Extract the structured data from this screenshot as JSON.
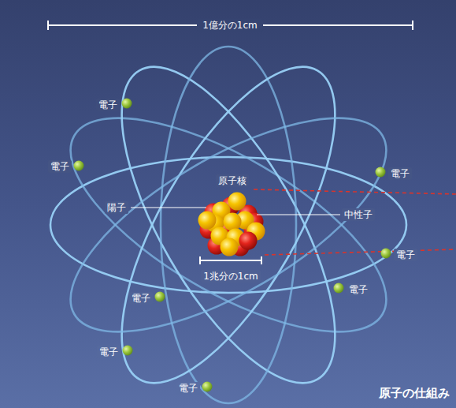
{
  "diagram": {
    "title": "原子の仕組み",
    "labels": [
      "1億分の1cm",
      "原子核",
      "陽子",
      "中性子",
      "電子",
      "電子",
      "電子",
      "1兆分の1cm",
      "電子",
      "電子",
      "電子",
      "電子",
      "電子"
    ]
  }
}
